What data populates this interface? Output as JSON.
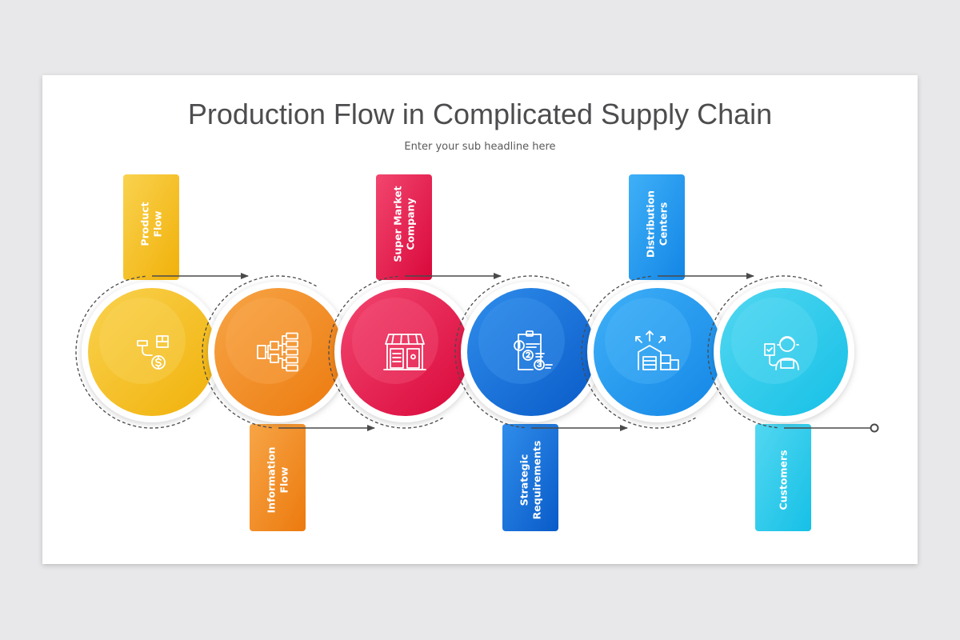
{
  "slide": {
    "title": "Production Flow in Complicated Supply Chain",
    "subtitle": "Enter your sub headline here"
  },
  "steps": [
    {
      "label_lines": [
        "Product",
        "Flow"
      ],
      "icon": "money-transfer-icon",
      "colors": [
        "#f9d24f",
        "#f1b10a"
      ],
      "tab_position": "top"
    },
    {
      "label_lines": [
        "Information",
        "Flow"
      ],
      "icon": "flowchart-icon",
      "colors": [
        "#f7a547",
        "#ec7a0e"
      ],
      "tab_position": "bottom"
    },
    {
      "label_lines": [
        "Super Market",
        "Company"
      ],
      "icon": "store-icon",
      "colors": [
        "#f2466f",
        "#d9083b"
      ],
      "tab_position": "top"
    },
    {
      "label_lines": [
        "Strategic",
        "Requirements"
      ],
      "icon": "checklist-icon",
      "colors": [
        "#2f8deb",
        "#0a5bc8"
      ],
      "tab_position": "bottom"
    },
    {
      "label_lines": [
        "Distribution",
        "Centers"
      ],
      "icon": "warehouse-icon",
      "colors": [
        "#3fb0f7",
        "#1386e6"
      ],
      "tab_position": "top"
    },
    {
      "label_lines": [
        "Customers"
      ],
      "icon": "customer-icon",
      "colors": [
        "#52d7f1",
        "#16c0e6"
      ],
      "tab_position": "bottom"
    }
  ],
  "connector_color": "#4a4a4a"
}
